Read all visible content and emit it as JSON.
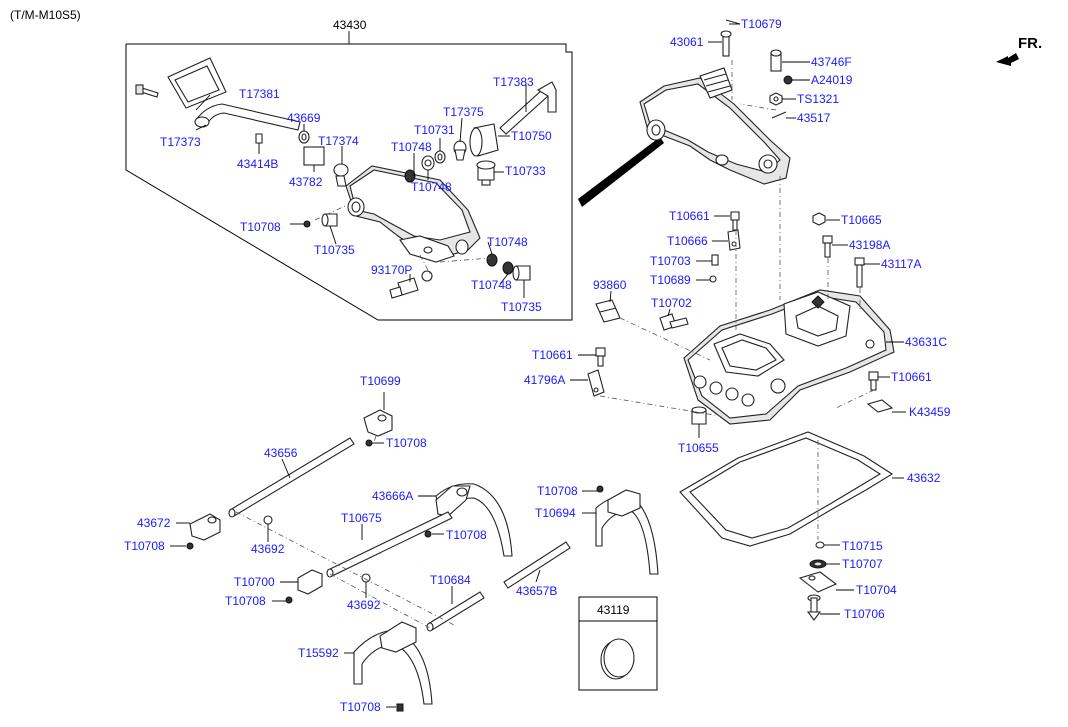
{
  "header": {
    "model_code": "(T/M-M10S5)",
    "direction_label": "FR."
  },
  "group_label": "43430",
  "box_label": "43119",
  "labels": {
    "t17381": "T17381",
    "t17373": "T17373",
    "p43669": "43669",
    "p43414b": "43414B",
    "p43782": "43782",
    "t17374": "T17374",
    "t17375": "T17375",
    "t17383": "T17383",
    "t10731": "T10731",
    "t10748a": "T10748",
    "t10750": "T10750",
    "t10748b": "T10748",
    "t10733": "T10733",
    "t10708a": "T10708",
    "t10735a": "T10735",
    "t10748c": "T10748",
    "p93170p": "93170P",
    "t10748d": "T10748",
    "t10735b": "T10735",
    "t10679": "T10679",
    "p43061": "43061",
    "p43746f": "43746F",
    "a24019": "A24019",
    "ts1321": "TS1321",
    "p43517": "43517",
    "t10661a": "T10661",
    "t10665": "T10665",
    "t10666": "T10666",
    "p43198a": "43198A",
    "t10703": "T10703",
    "p43117a": "43117A",
    "t10689": "T10689",
    "p93860": "93860",
    "t10702": "T10702",
    "p43631c": "43631C",
    "t10661b": "T10661",
    "p41796a": "41796A",
    "t10661c": "T10661",
    "k43459": "K43459",
    "t10655": "T10655",
    "p43632": "43632",
    "t10699": "T10699",
    "t10708b": "T10708",
    "p43656": "43656",
    "p43666a": "43666A",
    "t10708c": "T10708",
    "t10694": "T10694",
    "p43672": "43672",
    "t10675": "T10675",
    "t10708d": "T10708",
    "t10708e": "T10708",
    "p43692a": "43692",
    "t10700": "T10700",
    "t10684": "T10684",
    "p43657b": "43657B",
    "t10708f": "T10708",
    "p43692b": "43692",
    "t10715": "T10715",
    "t10707": "T10707",
    "t10704": "T10704",
    "t10706": "T10706",
    "t15592": "T15592",
    "t10708g": "T10708"
  },
  "colors": {
    "label": "#1a1aff",
    "outline": "#222222",
    "part_fill": "#ffffff",
    "shadow": "#e6e6e6"
  },
  "icons": {
    "direction_arrow": "arrow-right-icon"
  }
}
